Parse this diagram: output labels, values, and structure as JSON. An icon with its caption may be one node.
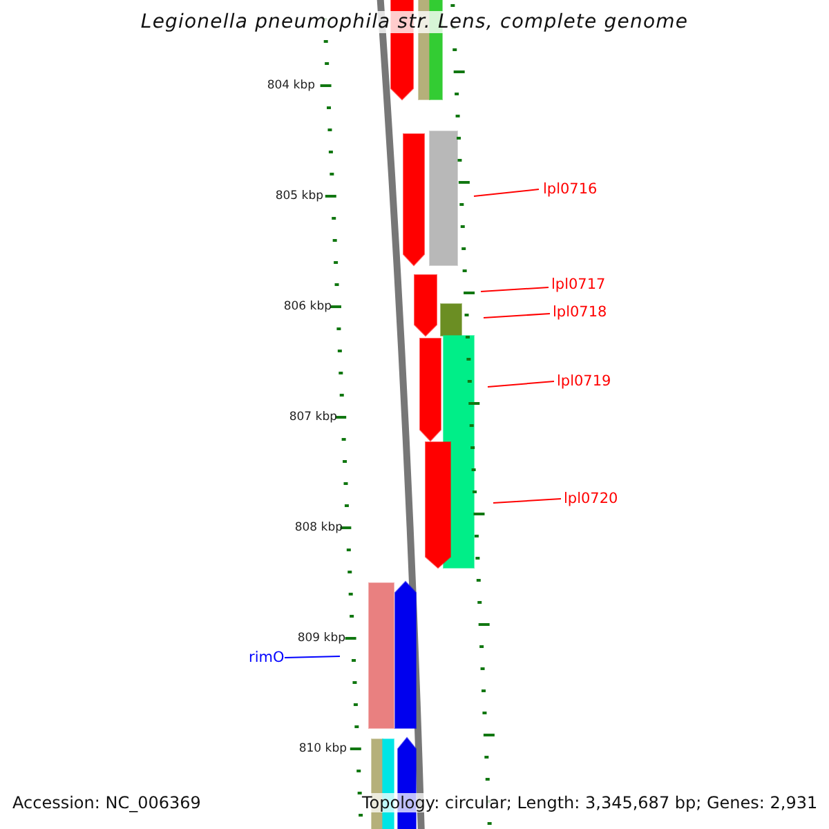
{
  "diagram": {
    "title": "Legionella pneumophila str. Lens, complete genome",
    "nodes": [
      {
        "text": [
          "lpl0716"
        ]
      },
      {
        "text": [
          "lpl0717"
        ]
      },
      {
        "text": [
          "lpl0718"
        ]
      },
      {
        "text": [
          "lpl0719"
        ]
      },
      {
        "text": [
          "lpl0720"
        ]
      },
      {
        "text": [
          "rimO"
        ]
      }
    ],
    "edges": [
      {
        "from": 0,
        "to": null,
        "arrow": "none",
        "color": "#ff0000"
      },
      {
        "from": 1,
        "to": null,
        "arrow": "none",
        "color": "#ff0000"
      },
      {
        "from": 2,
        "to": null,
        "arrow": "none",
        "color": "#ff0000"
      },
      {
        "from": 3,
        "to": null,
        "arrow": "none",
        "color": "#ff0000"
      },
      {
        "from": 4,
        "to": null,
        "arrow": "none",
        "color": "#ff0000"
      },
      {
        "from": 5,
        "to": null,
        "arrow": "none",
        "color": "#0000ff"
      }
    ],
    "labels": [
      "804 kbp",
      "805 kbp",
      "806 kbp",
      "807 kbp",
      "808 kbp",
      "809 kbp",
      "810 kbp",
      "Accession: NC_006369",
      "Topology: circular; Length: 3,345,687 bp; Genes: 2,931"
    ]
  }
}
